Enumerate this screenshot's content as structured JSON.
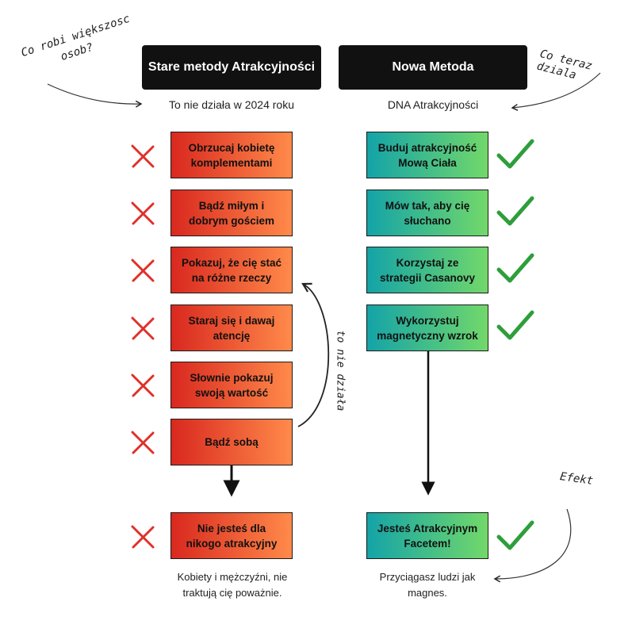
{
  "headers": {
    "old": "Stare metody Atrakcyjności",
    "new": "Nowa Metoda"
  },
  "subtitles": {
    "old": "To nie działa w 2024 roku",
    "new": "DNA Atrakcyjności"
  },
  "annotations": {
    "left_line1": "Co robi większosc",
    "left_line2": "osob?",
    "right": "Co teraz dziala",
    "curve": "to nie działa",
    "effect": "Efekt"
  },
  "old_methods": [
    {
      "line1": "Obrzucaj kobietę",
      "line2": "komplementami"
    },
    {
      "line1": "Bądź miłym i",
      "line2": "dobrym gościem"
    },
    {
      "line1": "Pokazuj, że cię stać",
      "line2": "na różne rzeczy"
    },
    {
      "line1": "Staraj się i dawaj",
      "line2": "atencję"
    },
    {
      "line1": "Słownie pokazuj",
      "line2": "swoją wartość"
    },
    {
      "line1": "Bądź sobą",
      "line2": ""
    }
  ],
  "new_methods": [
    {
      "line1": "Buduj atrakcyjność",
      "line2": "Mową Ciała"
    },
    {
      "line1": "Mów tak, aby cię",
      "line2": "słuchano"
    },
    {
      "line1": "Korzystaj ze",
      "line2": "strategii Casanovy"
    },
    {
      "line1": "Wykorzystuj",
      "line2": "magnetyczny wzrok"
    }
  ],
  "results": {
    "old": {
      "line1": "Nie jesteś dla",
      "line2": "nikogo atrakcyjny"
    },
    "new": {
      "line1": "Jesteś Atrakcyjnym",
      "line2": "Facetem!"
    }
  },
  "outcomes": {
    "old_line1": "Kobiety i mężczyźni, nie",
    "old_line2": "traktują cię poważnie.",
    "new_line1": "Przyciągasz ludzi jak",
    "new_line2": "magnes."
  },
  "colors": {
    "old_gradient_start": "#d9281f",
    "old_gradient_end": "#ff8a4a",
    "new_gradient_start": "#14a3a8",
    "new_gradient_end": "#72d86a",
    "cross": "#e0302a",
    "check": "#2e9e3a",
    "header_bg": "#111111"
  }
}
